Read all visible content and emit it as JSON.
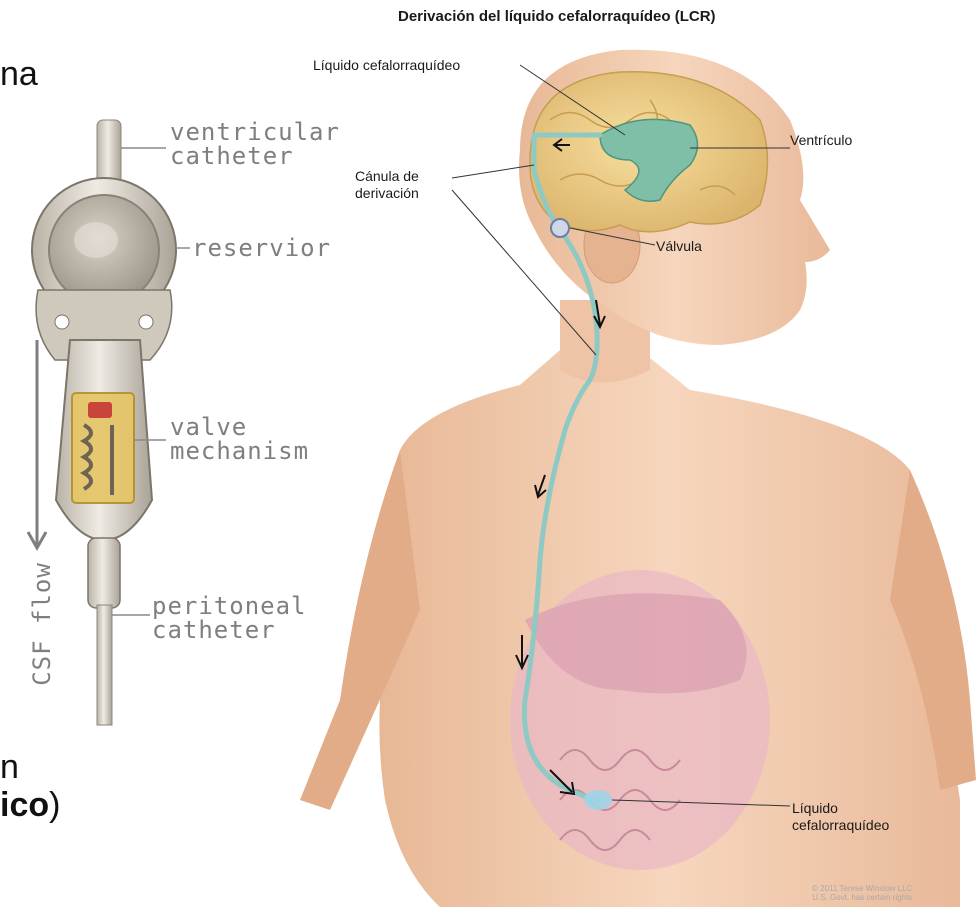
{
  "slide_fragments": {
    "top": "na",
    "bottom_1": "n",
    "bottom_2_bold": "ico",
    "bottom_2_paren": ")"
  },
  "shunt_device": {
    "ventricular_catheter": "ventricular\ncatheter",
    "reservoir": "reservior",
    "valve_mechanism": "valve\nmechanism",
    "peritoneal_catheter": "peritoneal\ncatheter",
    "flow_label": "CSF flow"
  },
  "anatomy": {
    "title": "Derivación del líquido cefalorraquídeo (LCR)",
    "label_csf_top": "Líquido cefalorraquídeo",
    "label_ventricle": "Ventrículo",
    "label_shunt_tube": "Cánula de\nderivación",
    "label_valve": "Válvula",
    "label_csf_bottom": "Líquido\ncefalorraquídeo",
    "copyright": "© 2011 Terese Winslow LLC\nU.S. Govt. has certain rights"
  }
}
